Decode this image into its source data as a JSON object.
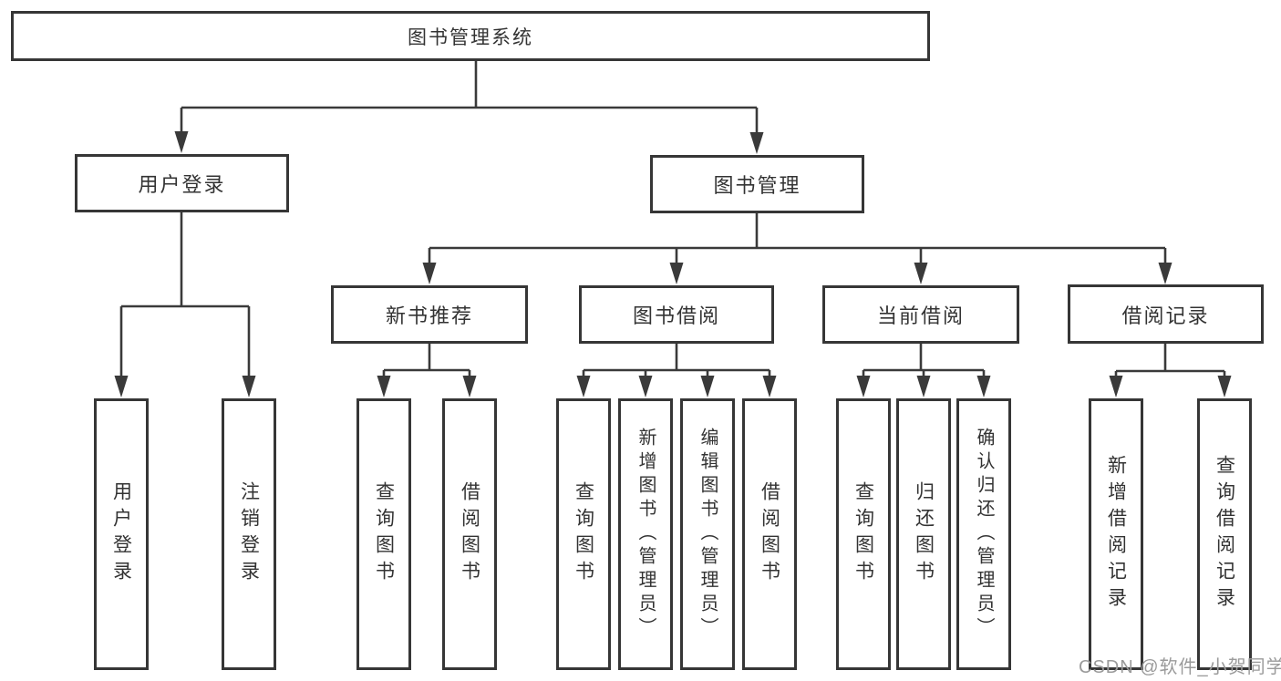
{
  "diagram": {
    "type": "function-structure-tree",
    "watermark": "CSDN @软件_小贺同学",
    "colors": {
      "line": "#3a3a3a",
      "box_border": "#363636",
      "box_fill": "#ffffff",
      "text": "#333333",
      "watermark": "#9b9b9b",
      "background": "#ffffff"
    },
    "tree": {
      "label": "图书管理系统",
      "children": [
        {
          "label": "用户登录",
          "children": [
            {
              "label": "用户登录"
            },
            {
              "label": "注销登录"
            }
          ]
        },
        {
          "label": "图书管理",
          "children": [
            {
              "label": "新书推荐",
              "children": [
                {
                  "label": "查询图书"
                },
                {
                  "label": "借阅图书"
                }
              ]
            },
            {
              "label": "图书借阅",
              "children": [
                {
                  "label": "查询图书"
                },
                {
                  "label": "新增图书（管理员）"
                },
                {
                  "label": "编辑图书（管理员）"
                },
                {
                  "label": "借阅图书"
                }
              ]
            },
            {
              "label": "当前借阅",
              "children": [
                {
                  "label": "查询图书"
                },
                {
                  "label": "归还图书"
                },
                {
                  "label": "确认归还（管理员）"
                }
              ]
            },
            {
              "label": "借阅记录",
              "children": [
                {
                  "label": "新增借阅记录"
                },
                {
                  "label": "查询借阅记录"
                }
              ]
            }
          ]
        }
      ]
    }
  }
}
